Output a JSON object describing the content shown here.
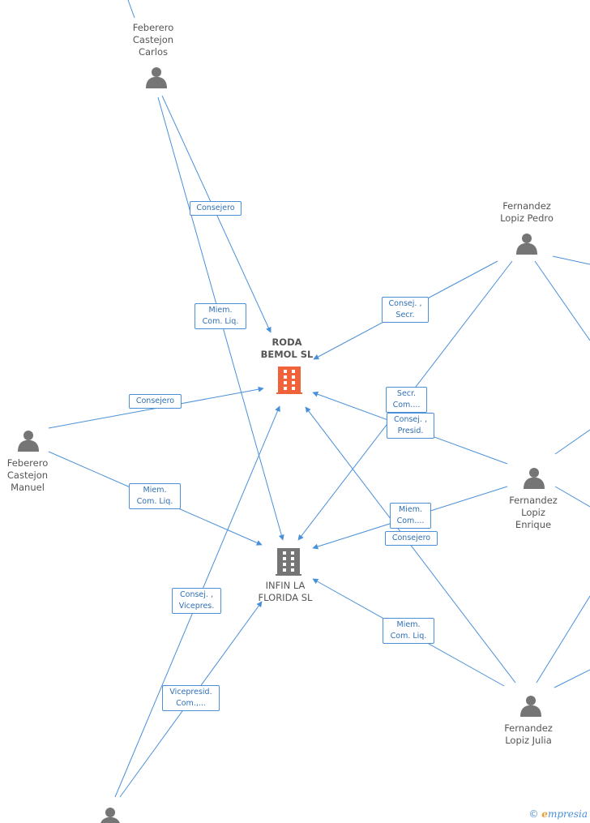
{
  "nodes": {
    "feberero_carlos": {
      "label": "Feberero\nCastejon\nCarlos",
      "type": "person"
    },
    "fernandez_pedro": {
      "label": "Fernandez\nLopiz Pedro",
      "type": "person"
    },
    "roda": {
      "label": "RODA\nBEMOL SL",
      "type": "company-main"
    },
    "feberero_manuel": {
      "label": "Feberero\nCastejon\nManuel",
      "type": "person"
    },
    "fernandez_enrique": {
      "label": "Fernandez\nLopiz\nEnrique",
      "type": "person"
    },
    "infin": {
      "label": "INFIN LA\nFLORIDA SL",
      "type": "company"
    },
    "fernandez_julia": {
      "label": "Fernandez\nLopiz Julia",
      "type": "person"
    },
    "bottom_person": {
      "label": "",
      "type": "person"
    }
  },
  "edge_labels": {
    "e1": "Consejero",
    "e2": "Miem.\nCom. Liq.",
    "e3": "Consej. ,\nSecr.",
    "e4": "Consejero",
    "e5": "Secr.\nCom....",
    "e6": "Consej. ,\nPresid.",
    "e7": "Miem.\nCom. Liq.",
    "e8": "Miem.\nCom....",
    "e9": "Consejero",
    "e10": "Consej. ,\nVicepres.",
    "e11": "Miem.\nCom. Liq.",
    "e12": "Vicepresid.\nCom.,..."
  },
  "colors": {
    "edge": "#4a90d9",
    "person_icon": "#757575",
    "company_main": "#f0623a",
    "company": "#757575"
  },
  "brand": {
    "copyright": "©",
    "initial": "e",
    "rest": "mpresia"
  }
}
